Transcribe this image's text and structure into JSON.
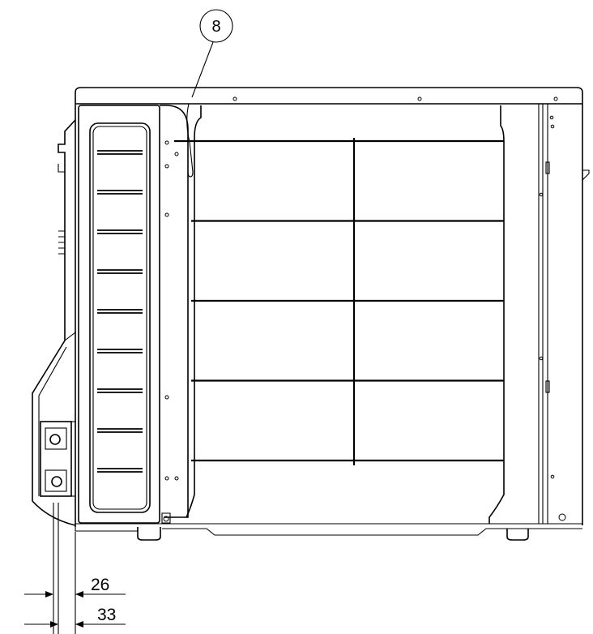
{
  "callout": {
    "label": "8"
  },
  "dimensions": [
    {
      "label": "26"
    },
    {
      "label": "33"
    }
  ],
  "grill": {
    "rows": 4,
    "columns": 2
  },
  "side_panel": {
    "slot_count": 9
  },
  "colors": {
    "line": "#000000",
    "background": "#ffffff"
  }
}
